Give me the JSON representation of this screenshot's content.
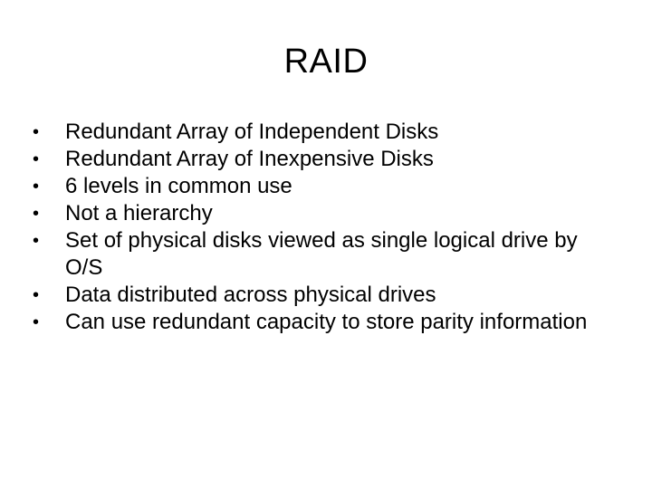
{
  "slide": {
    "title": "RAID",
    "bullets": [
      "Redundant Array of Independent Disks",
      "Redundant Array of Inexpensive Disks",
      "6 levels in common use",
      "Not a hierarchy",
      "Set of physical disks viewed as single logical drive by O/S",
      "Data distributed across physical drives",
      "Can use redundant capacity to store parity information"
    ],
    "bullet_glyph": "•"
  }
}
